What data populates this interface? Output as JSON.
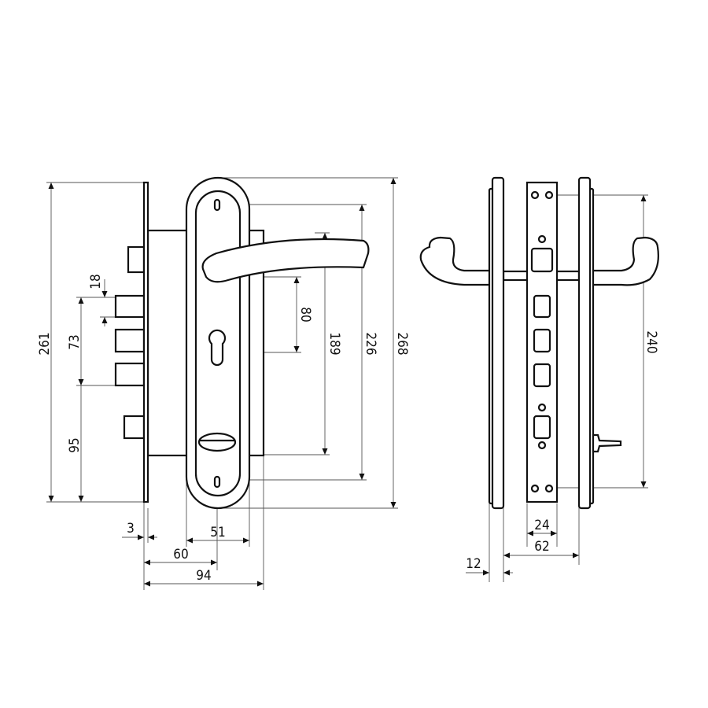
{
  "colors": {
    "line": "#111111",
    "dimension": "#555555",
    "background": "#ffffff"
  },
  "front_view": {
    "dimensions": {
      "overall_plate": "261",
      "bolt_pitch": "73",
      "bolt_to_bottom": "95",
      "bolt_height": "18",
      "handle_to_cylinder": "80",
      "handle_to_turn": "189",
      "screw_spacing": "226",
      "escutcheon_height": "268",
      "faceplate_thickness": "3",
      "escutcheon_width": "51",
      "backset": "60",
      "body_depth": "94"
    }
  },
  "side_view": {
    "dimensions": {
      "strike_screw_spacing": "240",
      "strike_width": "24",
      "door_span": "62",
      "plate_thickness": "12"
    }
  }
}
